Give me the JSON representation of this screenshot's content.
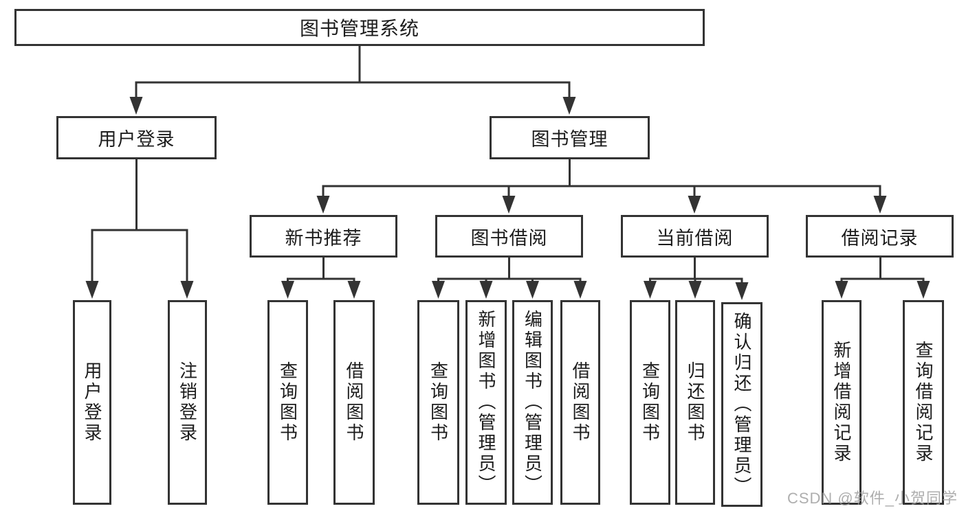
{
  "tree": {
    "root": {
      "label": "图书管理系统"
    },
    "branches": [
      {
        "label": "用户登录",
        "leaves": [
          {
            "label": "用户登录"
          },
          {
            "label": "注销登录"
          }
        ]
      },
      {
        "label": "图书管理",
        "groups": [
          {
            "label": "新书推荐",
            "leaves": [
              {
                "label": "查询图书"
              },
              {
                "label": "借阅图书"
              }
            ]
          },
          {
            "label": "图书借阅",
            "leaves": [
              {
                "label": "查询图书"
              },
              {
                "label": "新增图书（管理员）"
              },
              {
                "label": "编辑图书（管理员）"
              },
              {
                "label": "借阅图书"
              }
            ]
          },
          {
            "label": "当前借阅",
            "leaves": [
              {
                "label": "查询图书"
              },
              {
                "label": "归还图书"
              },
              {
                "label": "确认归还（管理员）"
              }
            ]
          },
          {
            "label": "借阅记录",
            "leaves": [
              {
                "label": "新增借阅记录"
              },
              {
                "label": "查询借阅记录"
              }
            ]
          }
        ]
      }
    ]
  },
  "watermark": {
    "text": "CSDN @软件_小贺同学"
  },
  "colors": {
    "line": "#333333",
    "text": "#1c1c1c",
    "background": "#ffffff",
    "watermark": "#a0a0a0"
  }
}
